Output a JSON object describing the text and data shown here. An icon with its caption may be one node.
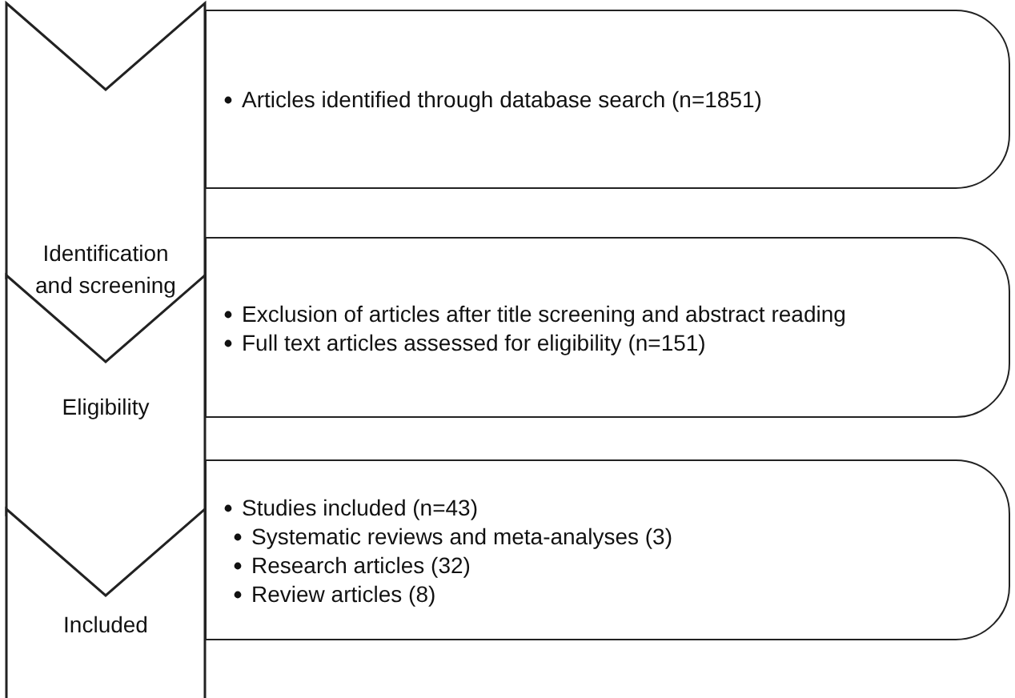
{
  "diagram": {
    "nodes": [
      {
        "text": [
          "Identification and screening"
        ]
      },
      {
        "text": [
          "Articles identified through database search (n=1851)"
        ]
      },
      {
        "text": [
          "Eligibility"
        ]
      },
      {
        "text": [
          "Exclusion of articles after title screening and abstract reading",
          "Full text articles assessed for eligibility (n=151)"
        ]
      },
      {
        "text": [
          "Included"
        ]
      },
      {
        "text": [
          "Studies included (n=43)",
          "Systematic reviews and meta-analyses (3)",
          "Research articles (32)",
          "Review articles (8)"
        ]
      }
    ]
  }
}
